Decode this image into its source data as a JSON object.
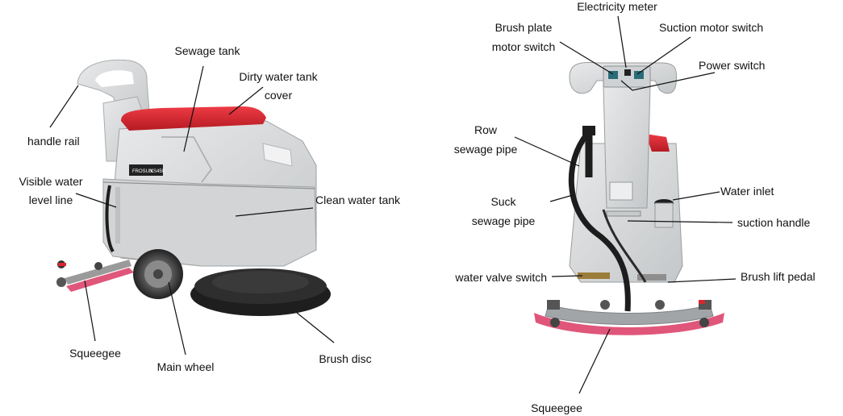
{
  "left_view": {
    "labels": {
      "sewage_tank": "Sewage tank",
      "dirty_cover_1": "Dirty water tank",
      "dirty_cover_2": "cover",
      "handle_rail": "handle rail",
      "visible_water_1": "Visible water",
      "visible_water_2": "level line",
      "clean_water_tank": "Clean water tank",
      "squeegee": "Squeegee",
      "main_wheel": "Main wheel",
      "brush_disc": "Brush disc"
    },
    "machine_text": {
      "brand": "FROSUN",
      "model": "XS450"
    }
  },
  "right_view": {
    "labels": {
      "electricity_meter": "Electricity meter",
      "brush_plate_1": "Brush plate",
      "brush_plate_2": "motor switch",
      "suction_motor_switch": "Suction motor switch",
      "power_switch": "Power switch",
      "row_sewage_1": "Row",
      "row_sewage_2": "sewage pipe",
      "suck_sewage_1": "Suck",
      "suck_sewage_2": "sewage pipe",
      "water_inlet": "Water inlet",
      "suction_handle": "suction handle",
      "water_valve_switch": "water valve switch",
      "brush_lift_pedal": "Brush lift pedal",
      "squeegee": "Squeegee"
    }
  },
  "colors": {
    "body_gray": "#d9dbdc",
    "body_shadow": "#b9bcbe",
    "accent_red": "#d8262f",
    "squeegee_pink": "#e0567a",
    "brush_black": "#1e1e1e",
    "leader_line": "#111111"
  }
}
